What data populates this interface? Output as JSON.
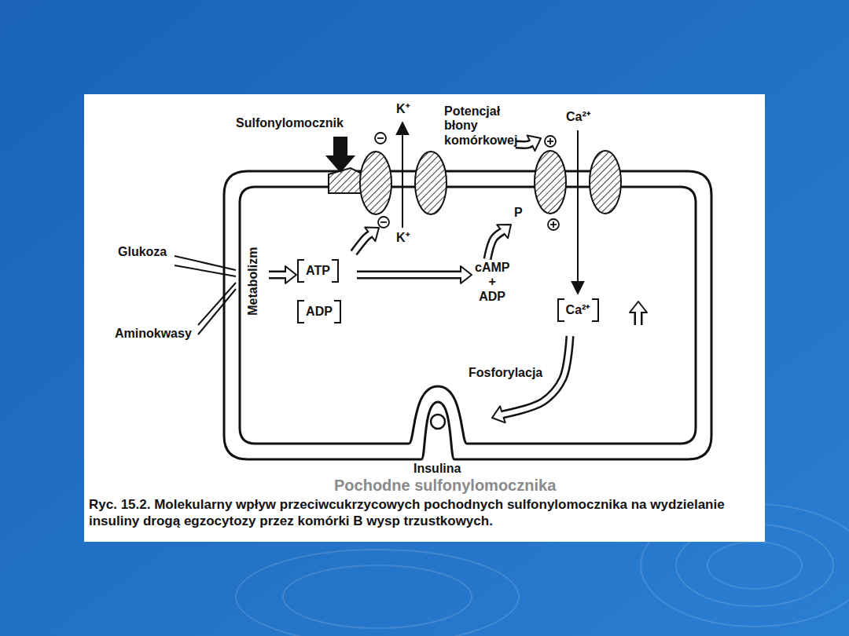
{
  "diagram": {
    "caption": "Ryc. 15.2. Molekularny wpływ przeciwcukrzycowych pochodnych sulfonylomocznika na wydzielanie insuliny drogą egzocytozy przez komórki B wysp trzustkowych.",
    "nodes": [
      {
        "text": [
          "ATP"
        ]
      },
      {
        "text": [
          "ADP"
        ]
      },
      {
        "text": [
          "Ca²⁺"
        ]
      }
    ],
    "labels": [
      "Sulfonylomocznik",
      "K⁺",
      "K⁺",
      "Potencjał błony komórkowej",
      "Ca²⁺",
      "P",
      "Glukoza",
      "Aminokwasy",
      "Metabolizm",
      "cAMP + ADP",
      "Fosforylacja",
      "Insulina",
      "Pochodne sulfonylomocznika"
    ]
  }
}
